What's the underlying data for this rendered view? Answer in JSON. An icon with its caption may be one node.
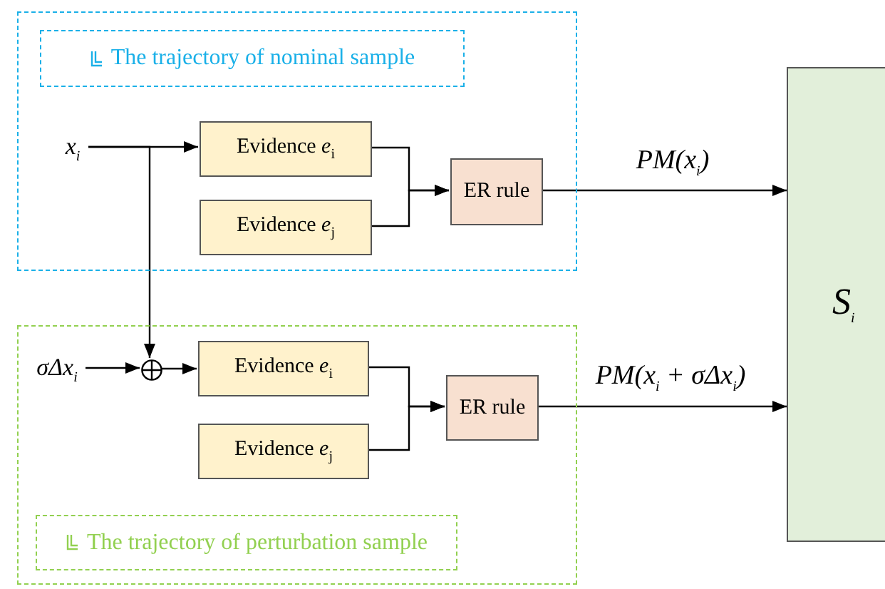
{
  "diagram": {
    "nodes": [
      {
        "text": [],
        "shape": "box"
      },
      {
        "text": [
          "The trajectory of nominal sample"
        ],
        "in": 0
      },
      {
        "text": [
          "x$_{i}$"
        ],
        "in": 0
      },
      {
        "text": [
          "Evidence *e*$_{i}$"
        ],
        "in": 0
      },
      {
        "text": [
          "Evidence *e*$_{j}$"
        ],
        "in": 0
      },
      {
        "text": [
          "ER rule"
        ],
        "in": 0
      },
      {
        "text": [],
        "shape": "box"
      },
      {
        "text": [
          "The trajectory of perturbation sample"
        ],
        "in": 6
      },
      {
        "text": [
          "σΔx$_{i}$"
        ],
        "in": 6
      },
      {
        "text": [],
        "shape": "circle",
        "in": 6
      },
      {
        "text": [
          "Evidence *e*$_{i}$"
        ],
        "in": 6
      },
      {
        "text": [
          "Evidence *e*$_{j}$"
        ],
        "in": 6
      },
      {
        "text": [
          "ER rule"
        ],
        "in": 6
      },
      {
        "text": [
          "S$_{i}$"
        ]
      }
    ],
    "edges": [
      {
        "from": 2,
        "to": 3,
        "arrow": "to"
      },
      {
        "from": 2,
        "to": 9,
        "arrow": "to"
      },
      {
        "from": 3,
        "to": 5,
        "arrow": "to"
      },
      {
        "from": 4,
        "to": 5,
        "arrow": "to"
      },
      {
        "from": 5,
        "to": 13,
        "arrow": "to",
        "label": "PM(x$_{i}$)"
      },
      {
        "from": 8,
        "to": 9,
        "arrow": "to"
      },
      {
        "from": 9,
        "to": 10,
        "arrow": "to"
      },
      {
        "from": 10,
        "to": 12,
        "arrow": "to"
      },
      {
        "from": 11,
        "to": 12,
        "arrow": "to"
      },
      {
        "from": 12,
        "to": 13,
        "arrow": "to",
        "label": "PM(x$_{i}$ + σΔx$_{i}$)"
      }
    ]
  }
}
